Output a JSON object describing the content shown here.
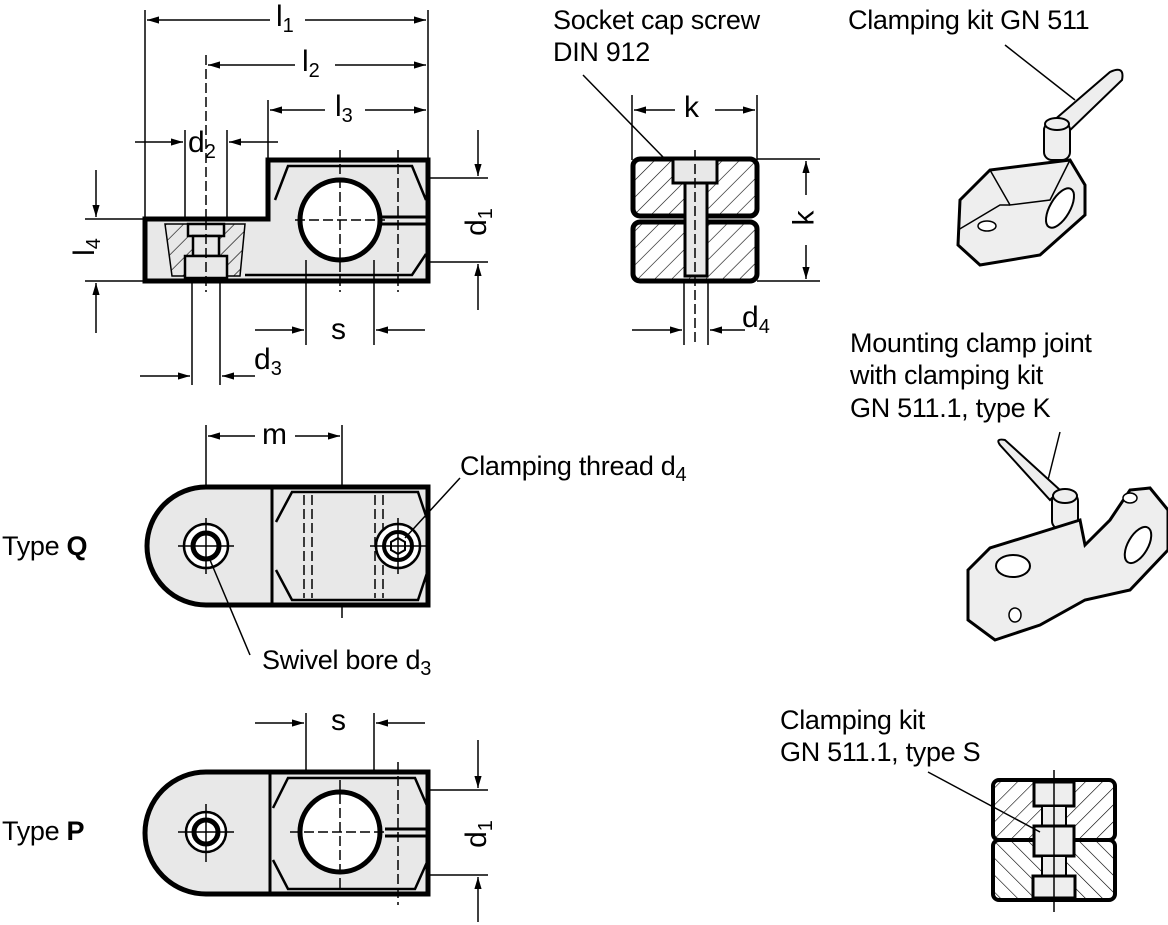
{
  "colors": {
    "line": "#000000",
    "fill": "#e8e8e8",
    "background": "#ffffff"
  },
  "dimensions": {
    "l1": {
      "base": "l",
      "sub": "1"
    },
    "l2": {
      "base": "l",
      "sub": "2"
    },
    "l3": {
      "base": "l",
      "sub": "3"
    },
    "l4": {
      "base": "l",
      "sub": "4"
    },
    "d1_top": {
      "base": "d",
      "sub": "1"
    },
    "d1_bottom": {
      "base": "d",
      "sub": "1"
    },
    "d2": {
      "base": "d",
      "sub": "2"
    },
    "d3": {
      "base": "d",
      "sub": "3"
    },
    "d4": {
      "base": "d",
      "sub": "4"
    },
    "s_top": {
      "base": "s"
    },
    "s_bottom": {
      "base": "s"
    },
    "k_horizontal": {
      "base": "k"
    },
    "k_vertical": {
      "base": "k"
    },
    "m": {
      "base": "m"
    }
  },
  "callouts": {
    "socket_cap_screw": {
      "line1": "Socket cap screw",
      "line2": "DIN 912"
    },
    "clamping_kit_gn511": {
      "line1": "Clamping kit GN 511"
    },
    "mounting_clamp_joint": {
      "line1": "Mounting clamp joint",
      "line2": "with clamping kit",
      "line3": "GN 511.1, type K"
    },
    "clamping_kit_type_s": {
      "line1": "Clamping kit",
      "line2": "GN 511.1, type S"
    },
    "clamping_thread": {
      "text": "Clamping thread d",
      "sub": "4"
    },
    "swivel_bore": {
      "text": "Swivel bore d",
      "sub": "3"
    }
  },
  "types": {
    "q": {
      "prefix": "Type ",
      "letter": "Q"
    },
    "p": {
      "prefix": "Type ",
      "letter": "P"
    }
  }
}
